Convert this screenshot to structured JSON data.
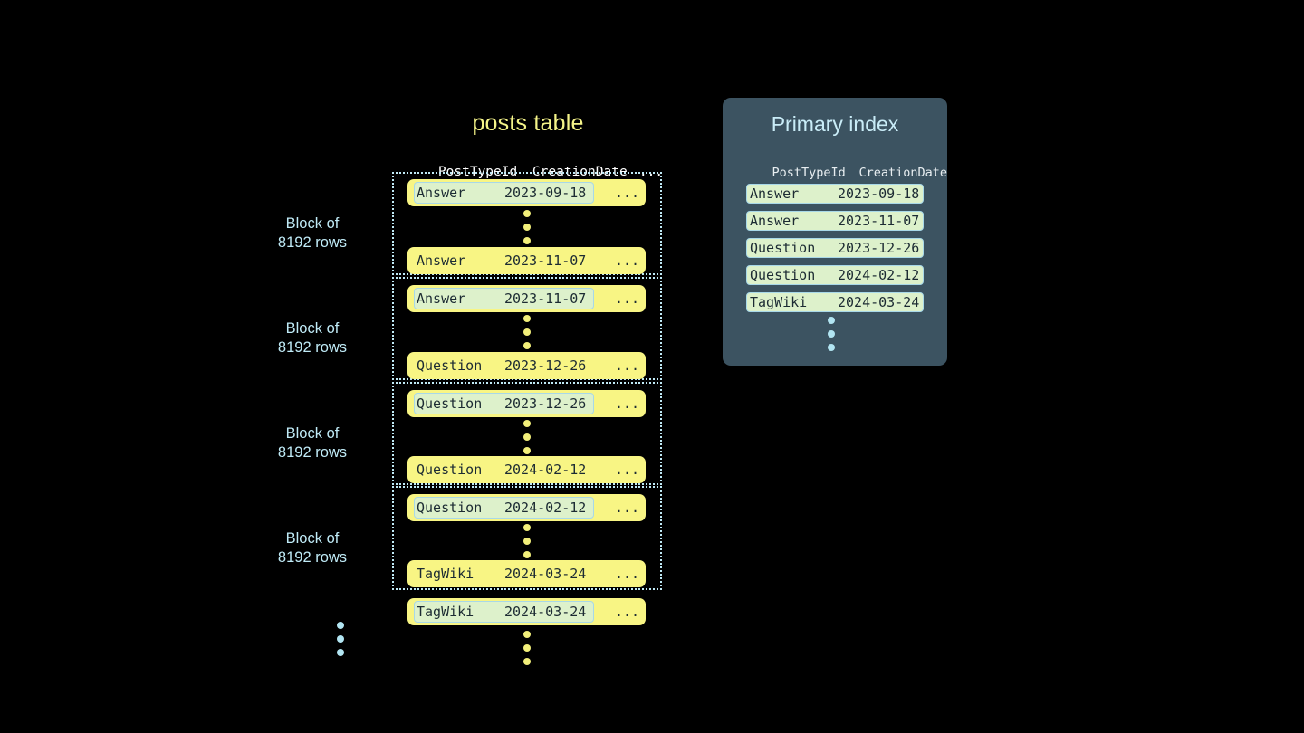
{
  "posts_table": {
    "title": "posts table",
    "columns": [
      "PostTypeId",
      "CreationDate",
      "..."
    ],
    "block_label": "Block of\n8192 rows",
    "block_label_line1": "Block of",
    "block_label_line2": "8192 rows",
    "ellipsis": "...",
    "blocks": [
      {
        "label_line1": "Block of",
        "label_line2": "8192 rows",
        "first_row": {
          "post_type_id": "Answer",
          "creation_date": "2023-09-18",
          "extra": "...",
          "highlighted": true
        },
        "last_row": {
          "post_type_id": "Answer",
          "creation_date": "2023-11-07",
          "extra": "...",
          "highlighted": false
        }
      },
      {
        "label_line1": "Block of",
        "label_line2": "8192 rows",
        "first_row": {
          "post_type_id": "Answer",
          "creation_date": "2023-11-07",
          "extra": "...",
          "highlighted": true
        },
        "last_row": {
          "post_type_id": "Question",
          "creation_date": "2023-12-26",
          "extra": "...",
          "highlighted": false
        }
      },
      {
        "label_line1": "Block of",
        "label_line2": "8192 rows",
        "first_row": {
          "post_type_id": "Question",
          "creation_date": "2023-12-26",
          "extra": "...",
          "highlighted": true
        },
        "last_row": {
          "post_type_id": "Question",
          "creation_date": "2024-02-12",
          "extra": "...",
          "highlighted": false
        }
      },
      {
        "label_line1": "Block of",
        "label_line2": "8192 rows",
        "first_row": {
          "post_type_id": "Question",
          "creation_date": "2024-02-12",
          "extra": "...",
          "highlighted": true
        },
        "last_row": {
          "post_type_id": "TagWiki",
          "creation_date": "2024-03-24",
          "extra": "...",
          "highlighted": false
        }
      }
    ],
    "trailing_row": {
      "post_type_id": "TagWiki",
      "creation_date": "2024-03-24",
      "extra": "...",
      "highlighted": true
    }
  },
  "primary_index": {
    "title": "Primary index",
    "columns": [
      "PostTypeId",
      "CreationDate"
    ],
    "rows": [
      {
        "post_type_id": "Answer",
        "creation_date": "2023-09-18"
      },
      {
        "post_type_id": "Answer",
        "creation_date": "2023-11-07"
      },
      {
        "post_type_id": "Question",
        "creation_date": "2023-12-26"
      },
      {
        "post_type_id": "Question",
        "creation_date": "2024-02-12"
      },
      {
        "post_type_id": "TagWiki",
        "creation_date": "2024-03-24"
      }
    ]
  },
  "colors": {
    "background": "#000000",
    "row_yellow": "#f8f584",
    "highlight_green": "#ddf1cb",
    "highlight_border": "#a8d8e8",
    "block_border": "#bfe9f5",
    "label_blue": "#bfeaf6",
    "title_yellow": "#f5f489",
    "panel_slate": "#3c5361",
    "panel_title": "#c9ecf7",
    "dot_yellow": "#f2ef7a",
    "dot_blue": "#b2e5f2",
    "text_dark": "#1c2b33",
    "header_white": "#ffffff"
  }
}
